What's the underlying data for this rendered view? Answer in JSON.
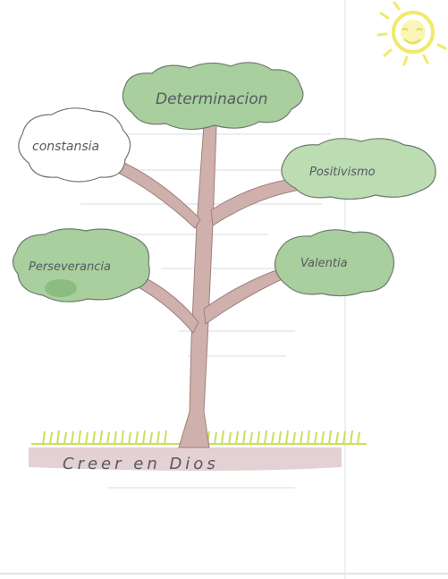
{
  "tree": {
    "crown_label": "Determinacion",
    "branches": {
      "upper_left": "constansia",
      "upper_right": "Positivismo",
      "lower_left": "Perseverancia",
      "lower_right": "Valentia"
    },
    "root_label": "Creer en Dios"
  },
  "colors": {
    "foliage": "#a8cf9d",
    "foliage_dark": "#7fb376",
    "trunk": "#c9a8a5",
    "grass": "#c9e05a",
    "ground": "#d9c1c4",
    "sun": "#f4ef6a",
    "pencil": "#555a5f"
  },
  "icons": [
    "sun-icon",
    "tree-drawing"
  ]
}
